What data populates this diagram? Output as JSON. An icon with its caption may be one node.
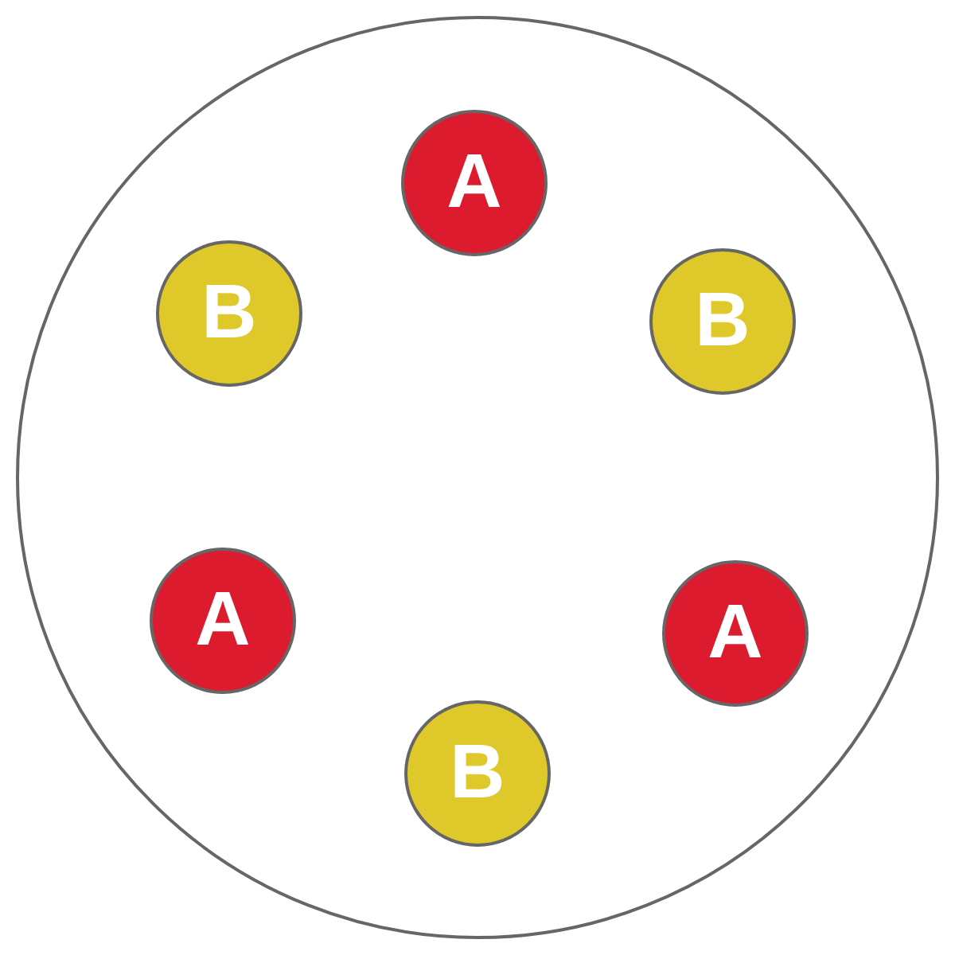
{
  "diagram": {
    "nodes": [
      {
        "text": [],
        "shape": "circle"
      },
      {
        "text": [
          "A"
        ],
        "in": 0
      },
      {
        "text": [
          "B"
        ],
        "in": 0
      },
      {
        "text": [
          "B"
        ],
        "in": 0
      },
      {
        "text": [
          "A"
        ],
        "in": 0
      },
      {
        "text": [
          "A"
        ],
        "in": 0
      },
      {
        "text": [
          "B"
        ],
        "in": 0
      }
    ]
  }
}
